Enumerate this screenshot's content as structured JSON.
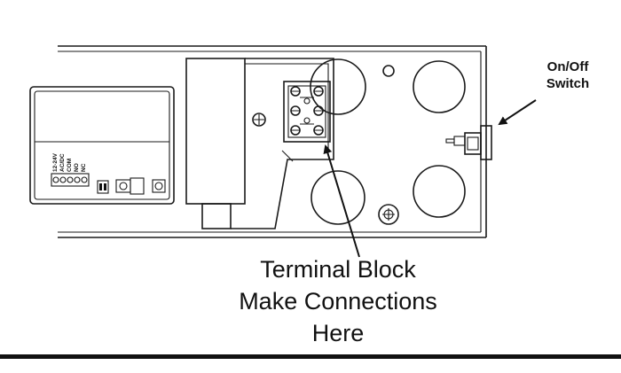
{
  "labels": {
    "switch_line1": "On/Off",
    "switch_line2": "Switch",
    "terminal_line1": "Terminal Block",
    "terminal_line2": "Make Connections",
    "terminal_line3": "Here"
  },
  "module_pins": [
    "12-24V",
    "AC/DC",
    "COM",
    "NO",
    "NC"
  ]
}
